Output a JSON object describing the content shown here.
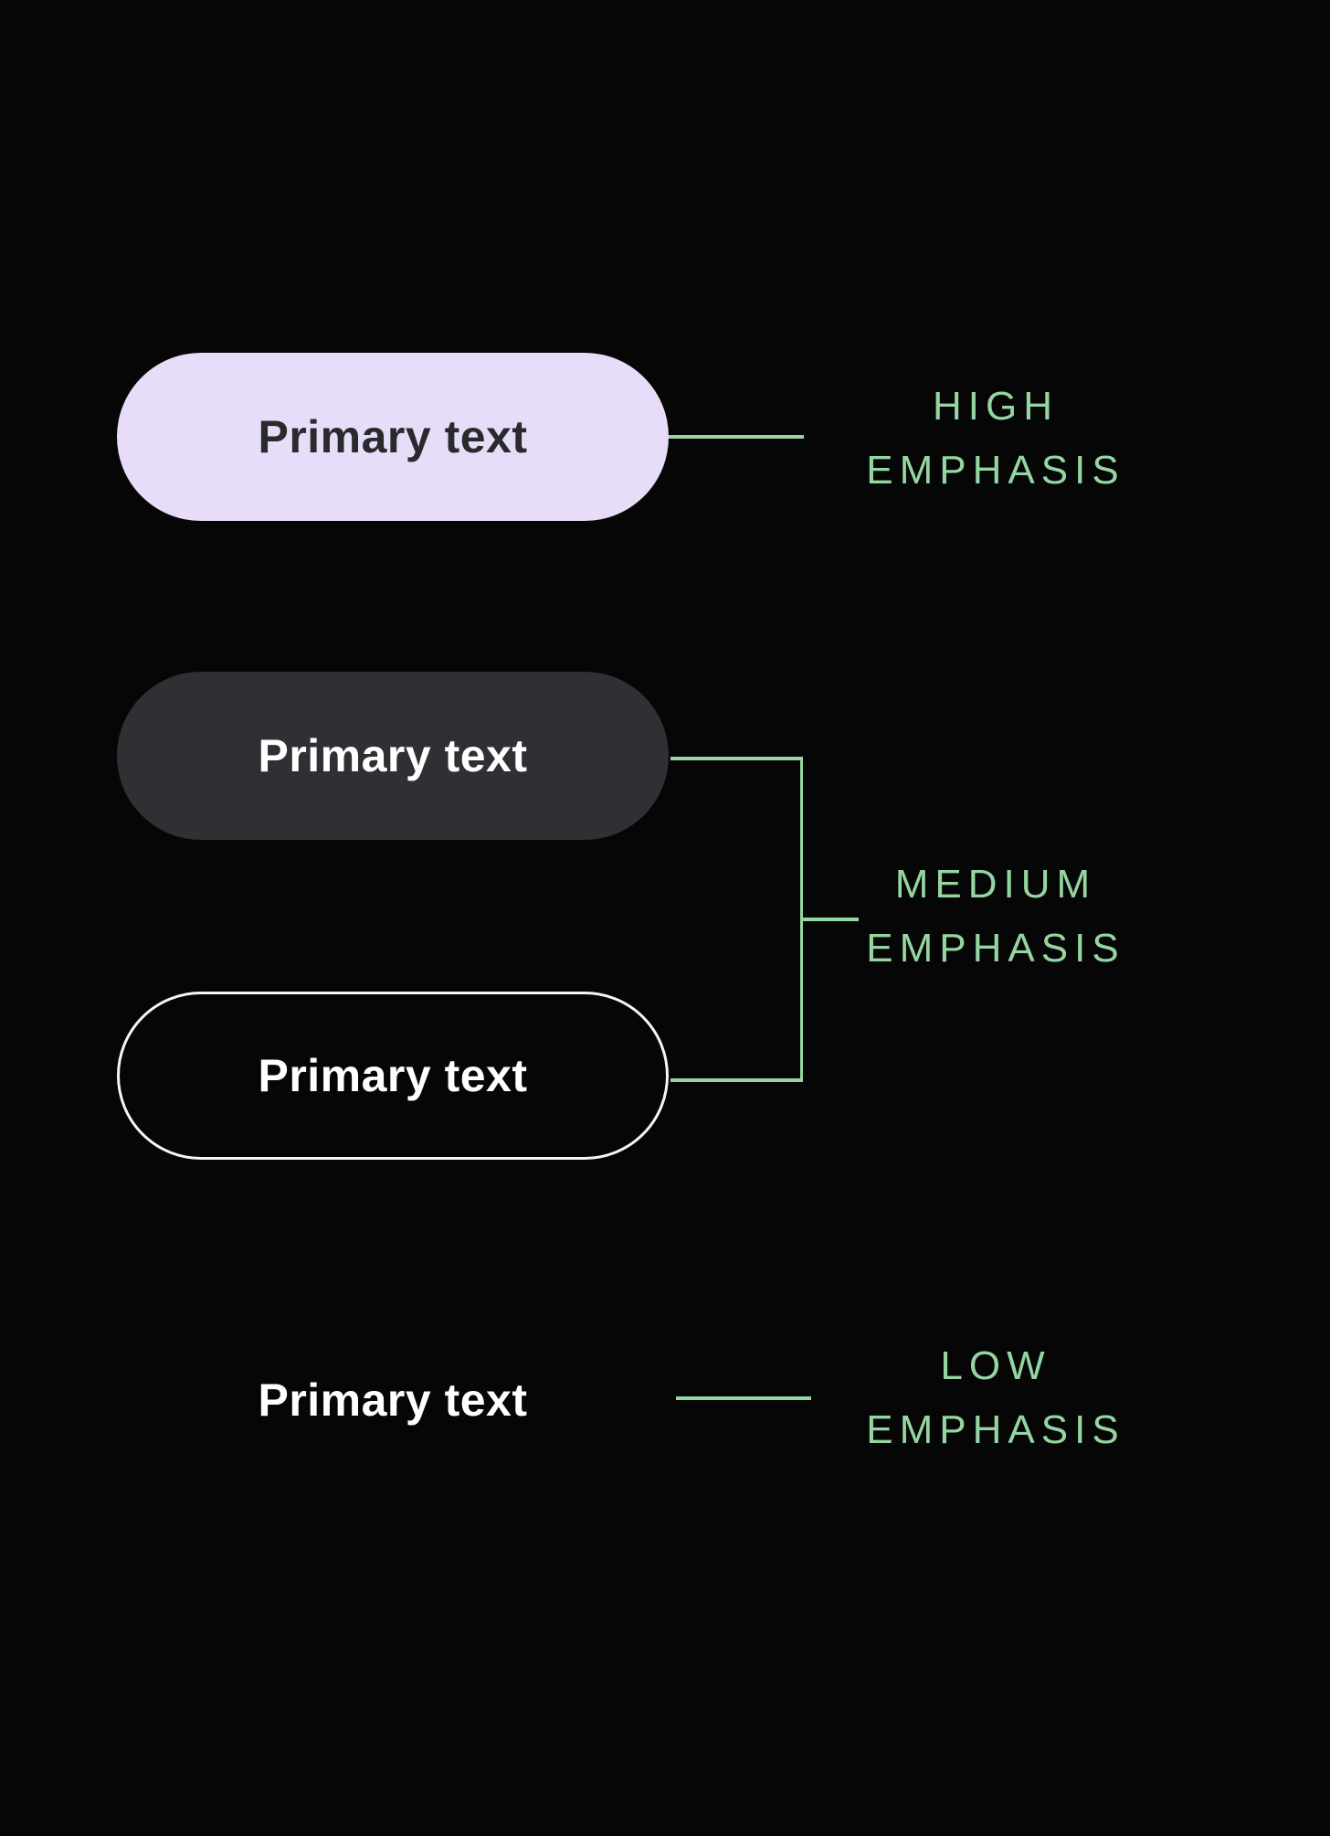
{
  "colors": {
    "background": "#060606",
    "accent-green": "#95D5A2",
    "pill-filled-bg": "#E7DDF8",
    "pill-filled-text": "#292A2E",
    "pill-tonal-bg": "#2F3034",
    "pill-tonal-text": "#FFFFFF",
    "pill-outline-border": "#F6F6F6",
    "pill-outline-text": "#FFFFFF",
    "plain-text": "#FFFFFF"
  },
  "buttons": {
    "filled": {
      "text": "Primary text"
    },
    "tonal": {
      "text": "Primary text"
    },
    "outlined": {
      "text": "Primary text"
    },
    "plain": {
      "text": "Primary text"
    }
  },
  "annotations": {
    "high": {
      "line1": "HIGH",
      "line2": "EMPHASIS"
    },
    "medium": {
      "line1": "MEDIUM",
      "line2": "EMPHASIS"
    },
    "low": {
      "line1": "LOW",
      "line2": "EMPHASIS"
    }
  }
}
